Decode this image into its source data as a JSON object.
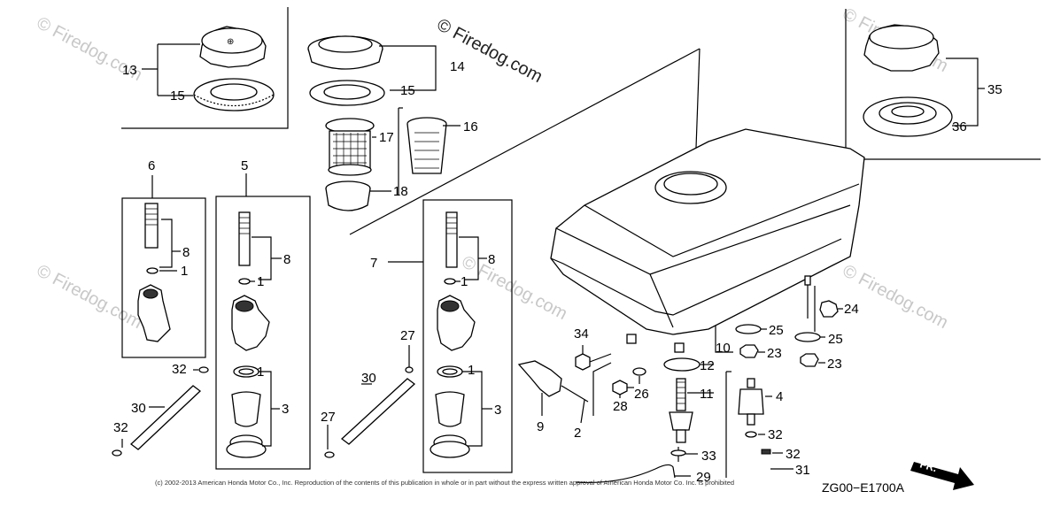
{
  "diagram": {
    "watermark_main": "© Firedog.com",
    "watermark_repeat": "© Firedog.com",
    "copyright": "(c) 2002-2013 American Honda Motor Co., Inc. Reproduction of the contents of this publication in whole or in part without the express written approval of American Honda Motor Co. Inc. is prohibited",
    "diagram_code": "ZG00−E1700A",
    "front_label": "FR.",
    "callouts": {
      "c1a": "1",
      "c1b": "1",
      "c1c": "1",
      "c1d": "1",
      "c1e": "1",
      "c2": "2",
      "c3a": "3",
      "c3b": "3",
      "c4": "4",
      "c5": "5",
      "c6": "6",
      "c7": "7",
      "c8a": "8",
      "c8b": "8",
      "c8c": "8",
      "c9": "9",
      "c10": "10",
      "c11": "11",
      "c12": "12",
      "c13": "13",
      "c14": "14",
      "c15a": "15",
      "c15b": "15",
      "c16": "16",
      "c17": "17",
      "c18": "18",
      "c23a": "23",
      "c23b": "23",
      "c24": "24",
      "c25a": "25",
      "c25b": "25",
      "c26": "26",
      "c27a": "27",
      "c27b": "27",
      "c28": "28",
      "c29": "29",
      "c30a": "30",
      "c30b": "30",
      "c31": "31",
      "c32a": "32",
      "c32b": "32",
      "c32c": "32",
      "c32d": "32",
      "c33": "33",
      "c34": "34",
      "c35": "35",
      "c36": "36"
    }
  }
}
